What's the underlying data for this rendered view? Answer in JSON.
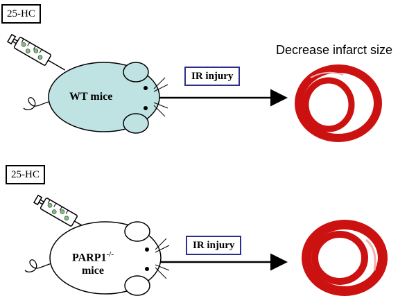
{
  "top": {
    "compound_label": "25-HC",
    "mouse_label": "WT mice",
    "mouse_color": "#bfe3e3",
    "process_label": "IR injury",
    "result_label": "Decrease infarct size"
  },
  "bottom": {
    "compound_label": "25-HC",
    "mouse_label_line1": "PARP1",
    "mouse_label_sup": "-/-",
    "mouse_label_line2": "mice",
    "mouse_color": "#ffffff",
    "process_label": "IR injury"
  },
  "colors": {
    "heart_ring": "#cc1111",
    "ir_box_border": "#2d2d8f",
    "syringe_dot": "#7fbf7f"
  }
}
